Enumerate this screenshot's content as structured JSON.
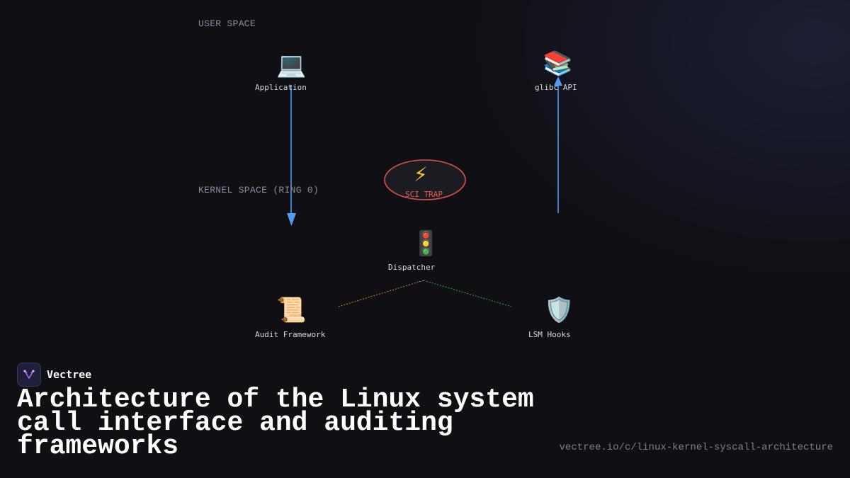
{
  "diagram": {
    "layers": {
      "user_space": "USER SPACE",
      "kernel_space": "KERNEL SPACE (RING 0)"
    },
    "nodes": {
      "application": {
        "label": "Application",
        "icon": "laptop-icon",
        "glyph": "💻"
      },
      "glibc": {
        "label": "glibc API",
        "icon": "books-icon",
        "glyph": "📚"
      },
      "trap": {
        "label": "SCI TRAP",
        "icon": "lightning-icon",
        "glyph": "⚡"
      },
      "dispatcher": {
        "label": "Dispatcher",
        "icon": "traffic-light-icon",
        "glyph": "🚦"
      },
      "audit": {
        "label": "Audit Framework",
        "icon": "scroll-icon",
        "glyph": "📜"
      },
      "lsm": {
        "label": "LSM Hooks",
        "icon": "shield-icon",
        "glyph": "🛡️"
      }
    },
    "colors": {
      "arrow": "#4f9cf7",
      "trap_border": "#e0524b",
      "trap_text": "#ef5b50",
      "audit_link": "#d08a2a",
      "lsm_link": "#2ea85a"
    }
  },
  "branding": {
    "name": "Vectree",
    "icon": "vectree-logo-icon"
  },
  "title": "Architecture of the Linux system call interface and auditing frameworks",
  "url": "vectree.io/c/linux-kernel-syscall-architecture"
}
